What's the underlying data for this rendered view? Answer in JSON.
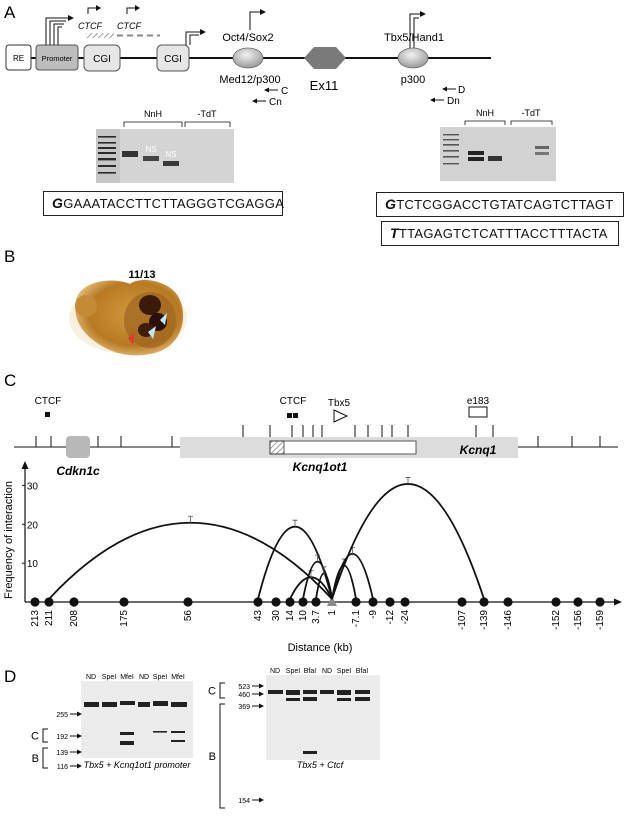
{
  "panel_a": {
    "label": "A",
    "elements": {
      "re": "RE",
      "promoter": "Promoter",
      "cgi_1": "CGI",
      "cgi_2": "CGI",
      "ctcf_1": "CTCF",
      "ctcf_2": "CTCF",
      "oct4_sox2": "Oct4/Sox2",
      "med12_p300": "Med12/p300",
      "ex11": "Ex11",
      "tbx5_hand1": "Tbx5/Hand1",
      "p300": "p300",
      "primer_c": "C",
      "primer_cn": "Cn",
      "primer_d": "D",
      "primer_dn": "Dn"
    },
    "gel_left": {
      "lane_nnh": "NnH",
      "lane_tdt": "-TdT",
      "ns_1": "NS",
      "ns_2": "NS"
    },
    "gel_right": {
      "lane_nnh": "NnH",
      "lane_tdt": "-TdT"
    },
    "seq_left": {
      "first": "G",
      "rest": "GAAATACCTTCTTAGGGTCGAGGA"
    },
    "seq_right_1": {
      "first": "G",
      "rest": "TCTCGGACCTGTATCAGTCTTAGT"
    },
    "seq_right_2": {
      "first": "T",
      "rest": "TTAGAGTCTCATTTACCTTTACTA"
    }
  },
  "panel_b": {
    "label": "B",
    "count": "11/13"
  },
  "panel_c": {
    "label": "C",
    "ctcf_left": "CTCF",
    "ctcf_mid": "CTCF",
    "tbx5": "Tbx5",
    "e183": "e183",
    "kcnq1": "Kcnq1",
    "cdkn1c": "Cdkn1c",
    "kcnq1ot1": "Kcnq1ot1",
    "chart_data": {
      "type": "line",
      "ylabel": "Frequency of interaction",
      "xlabel": "Distance (kb)",
      "y_ticks": [
        "10",
        "20",
        "30"
      ],
      "ylim": [
        0,
        35
      ],
      "x_tick_labels": [
        "213",
        "211",
        "208",
        "175",
        "56",
        "43",
        "30",
        "14",
        "10",
        "3.7",
        "1",
        "-7.1",
        "-9",
        "-12",
        "-24",
        "-107",
        "-139",
        "-146",
        "-152",
        "-156",
        "-159"
      ],
      "anchor": "1",
      "arcs": [
        {
          "from": "211",
          "to": "1",
          "value": 20
        },
        {
          "from": "43",
          "to": "1",
          "value": 19
        },
        {
          "from": "14",
          "to": "1",
          "value": 6
        },
        {
          "from": "10",
          "to": "1",
          "value": 10
        },
        {
          "from": "3.7",
          "to": "1",
          "value": 7
        },
        {
          "from": "1",
          "to": "-7.1",
          "value": 9
        },
        {
          "from": "1",
          "to": "-9",
          "value": 12
        },
        {
          "from": "1",
          "to": "-139",
          "value": 30
        }
      ]
    }
  },
  "panel_d": {
    "label": "D",
    "gel_left": {
      "lanes": [
        "ND",
        "SpeI",
        "MfeI",
        "ND",
        "SpeI",
        "MfeI"
      ],
      "markers": [
        "255",
        "192",
        "139",
        "116"
      ],
      "band_c": "C",
      "band_b": "B",
      "caption": "Tbx5 + Kcnq1ot1 promoter"
    },
    "gel_right": {
      "lanes": [
        "ND",
        "SpeI",
        "BfaI",
        "ND",
        "SpeI",
        "BfaI"
      ],
      "markers": [
        "523",
        "460",
        "369",
        "154"
      ],
      "band_c": "C",
      "band_b": "B",
      "caption": "Tbx5 + Ctcf"
    }
  }
}
